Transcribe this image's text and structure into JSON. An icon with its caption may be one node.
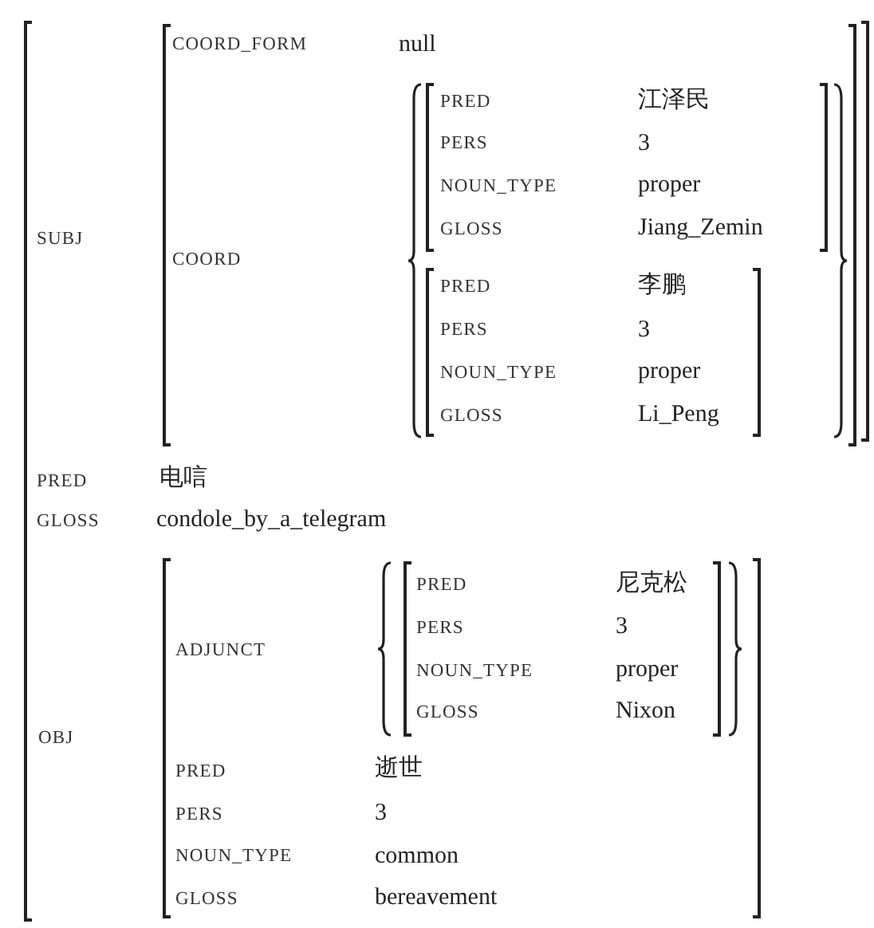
{
  "diagram": {
    "nodes": [
      {
        "text": [
          "SUBJ",
          "PRED",
          "电唁",
          "GLOSS",
          "condole_by_a_telegram",
          "OBJ"
        ]
      },
      {
        "text": [
          "COORD_FORM",
          "null",
          "COORD"
        ],
        "in": 0
      },
      {
        "text": [
          "PRED",
          "江泽民",
          "PERS",
          "3",
          "NOUN_TYPE",
          "proper",
          "GLOSS",
          "Jiang_Zemin"
        ],
        "in": 1
      },
      {
        "text": [
          "PRED",
          "李鹏",
          "PERS",
          "3",
          "NOUN_TYPE",
          "proper",
          "GLOSS",
          "Li_Peng"
        ],
        "in": 1
      },
      {
        "text": [
          "ADJUNCT",
          "PRED",
          "逝世",
          "PERS",
          "3",
          "NOUN_TYPE",
          "common",
          "GLOSS",
          "bereavement"
        ],
        "in": 0
      },
      {
        "text": [
          "PRED",
          "尼克松",
          "PERS",
          "3",
          "NOUN_TYPE",
          "proper",
          "GLOSS",
          "Nixon"
        ],
        "in": 4
      }
    ]
  }
}
